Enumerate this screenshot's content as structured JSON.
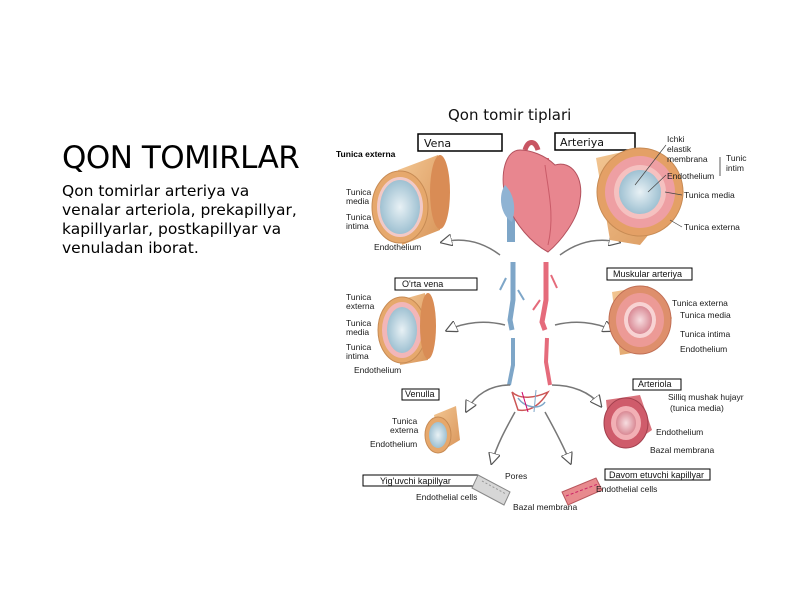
{
  "slide": {
    "title": "QON TOMIRLAR",
    "body": "Qon tomirlar arteriya va venalar arteriola, prekapillyar, kapillyarlar, postkapillyar va venuladan iborat."
  },
  "figure": {
    "title": "Qon tomir tiplari",
    "vena_box": "Vena",
    "arteriya_box": "Arteriya",
    "vena": {
      "externa": "Tunica externa",
      "media": [
        "Tunica",
        "media"
      ],
      "intima": [
        "Tunica",
        "intima"
      ],
      "endothelium": "Endothelium"
    },
    "arteriya": {
      "elastic": [
        "Ichki",
        "elastik",
        "membrana"
      ],
      "intima": [
        "Tunic",
        "intim"
      ],
      "endothelium": "Endothelium",
      "media": "Tunica media",
      "externa": "Tunica externa"
    },
    "orta_vena": {
      "box": "O'rta vena",
      "externa": [
        "Tunica",
        "externa"
      ],
      "media": [
        "Tunica",
        "media"
      ],
      "intima": [
        "Tunica",
        "intima"
      ],
      "endothelium": "Endothelium"
    },
    "muskular": {
      "box": "Muskular arteriya",
      "externa": "Tunica externa",
      "media": "Tunica media",
      "intima": "Tunica intima",
      "endothelium": "Endothelium"
    },
    "venulla": {
      "box": "Venulla",
      "externa": [
        "Tunica",
        "externa"
      ],
      "endothelium": "Endothelium"
    },
    "arteriola": {
      "box": "Arteriola",
      "smooth": [
        "Silliq mushak hujayr",
        "(tunica media)"
      ],
      "endothelium": "Endothelium",
      "bazal": "Bazal membrana"
    },
    "yig_kapillyar": {
      "box": "Yig'uvchi kapillyar",
      "pores": "Pores",
      "endothelial": "Endothelial cells",
      "bazal": "Bazal membrana"
    },
    "davom_kapillyar": {
      "box": "Davom etuvchi kapillyar",
      "endothelial": "Endothelial cells"
    }
  },
  "colors": {
    "vein": "#7ea6c8",
    "artery": "#e56b7b",
    "tunic_externa": "#e8b27a",
    "tunic_media": "#f0b0b0",
    "lumen": "#c9dde6"
  }
}
